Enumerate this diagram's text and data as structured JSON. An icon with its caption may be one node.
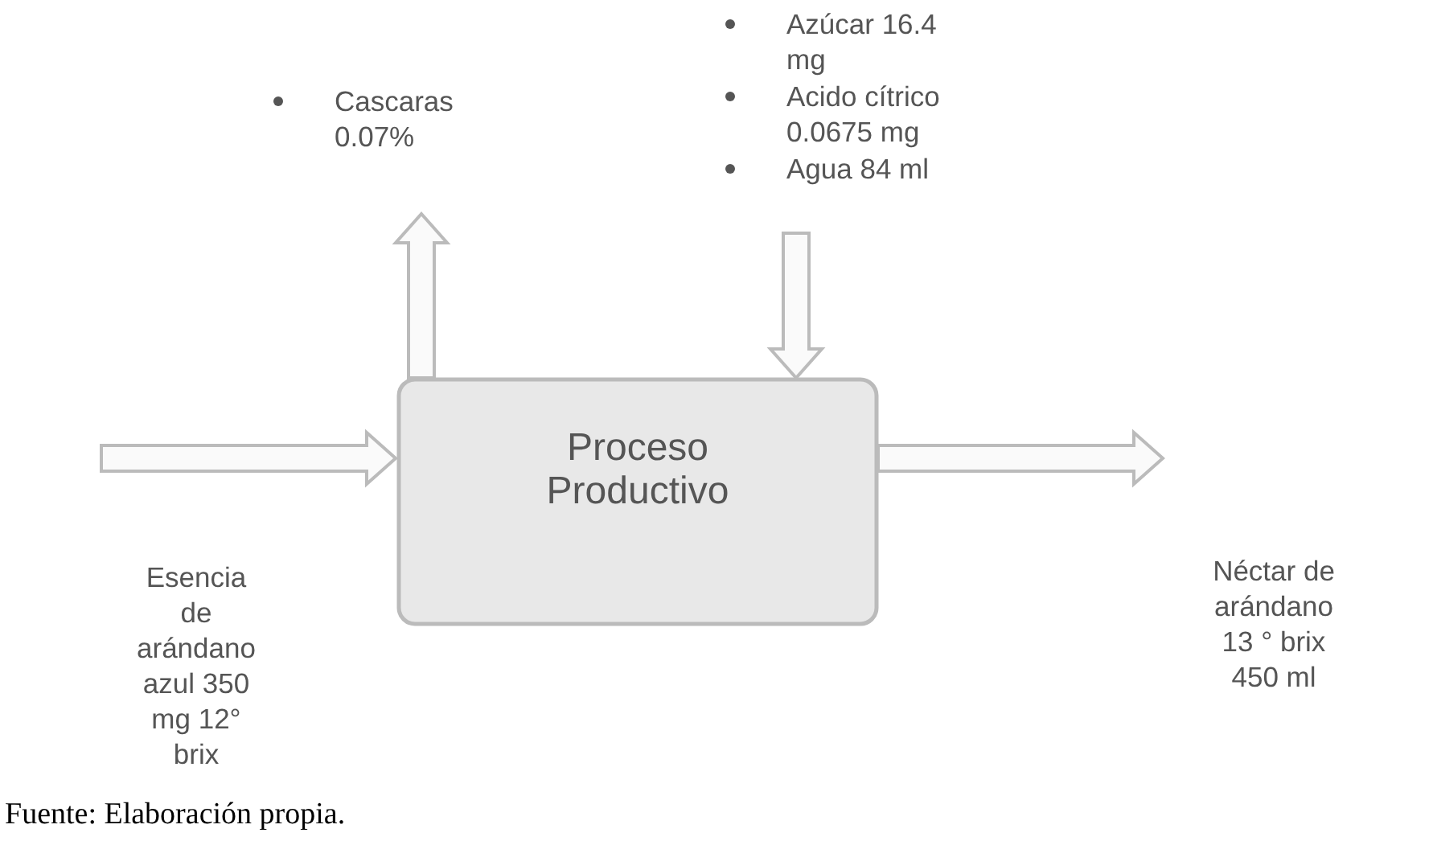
{
  "diagram": {
    "caption": "Fuente: Elaboración propia.",
    "nodes": [
      {
        "text": [
          "Proceso Productivo"
        ]
      },
      {
        "text": [
          "Cascaras 0.07%"
        ]
      },
      {
        "text": [
          "Azúcar 16.4 mg",
          "Acido cítrico 0.0675 mg",
          "Agua 84 ml"
        ]
      },
      {
        "text": [
          "Esencia de arándano azul 350 mg 12° brix"
        ]
      },
      {
        "text": [
          "Néctar de arándano 13 ° brix 450 ml"
        ]
      }
    ],
    "edges": [
      {
        "from": 0,
        "to": 1,
        "arrow": "to"
      },
      {
        "from": 2,
        "to": 0,
        "arrow": "to"
      },
      {
        "from": 3,
        "to": 0,
        "arrow": "to"
      },
      {
        "from": 0,
        "to": 4,
        "arrow": "to"
      }
    ]
  }
}
